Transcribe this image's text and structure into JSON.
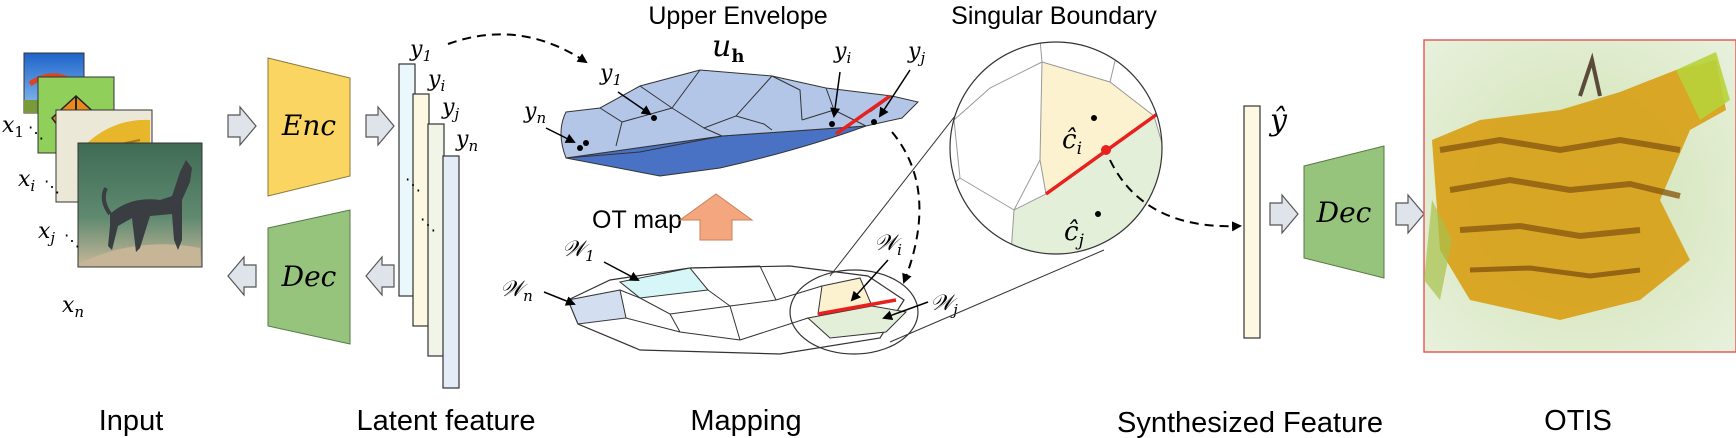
{
  "labels": {
    "input": "Input",
    "latent_feature": "Latent feature",
    "mapping": "Mapping",
    "synthesized_feature": "Synthesized Feature",
    "otis": "OTIS",
    "upper_envelope": "Upper Envelope",
    "singular_boundary": "Singular Boundary",
    "ot_map": "OT map"
  },
  "blocks": {
    "enc": "Enc",
    "dec_left": "Dec",
    "dec_right": "Dec"
  },
  "math": {
    "x1": "x",
    "x1_sub": "1",
    "xi": "x",
    "xi_sub": "i",
    "xj": "x",
    "xj_sub": "j",
    "xn": "x",
    "xn_sub": "n",
    "lat_y1": "y",
    "lat_y1_sub": "1",
    "lat_yi": "y",
    "lat_yi_sub": "i",
    "lat_yj": "y",
    "lat_yj_sub": "j",
    "lat_yn": "y",
    "lat_yn_sub": "n",
    "env_y1": "y",
    "env_y1_sub": "1",
    "env_yn": "y",
    "env_yn_sub": "n",
    "env_yi": "y",
    "env_yi_sub": "i",
    "env_yj": "y",
    "env_yj_sub": "j",
    "u": "u",
    "u_sub": "h",
    "w1": "𝒲",
    "w1_sub": "1",
    "wn": "𝒲",
    "wn_sub": "n",
    "wi": "𝒲",
    "wi_sub": "i",
    "wj": "𝒲",
    "wj_sub": "j",
    "ci": "ĉ",
    "ci_sub": "i",
    "cj": "ĉ",
    "cj_sub": "j",
    "yhat": "ŷ"
  },
  "colors": {
    "enc": "#fbd561",
    "dec": "#97c47d",
    "arrow_fill": "#dfe4ea",
    "ot_arrow": "#f4a77f",
    "envelope_light": "#b3c6e7",
    "envelope_dark": "#4a72c4",
    "singular": "#e8201e",
    "cell_cyan": "#d6f6f8",
    "cell_blue": "#d3def0",
    "cell_yellow": "#fcf2cf",
    "cell_green": "#e4efda",
    "bar_y1": "#eaf8fc",
    "bar_yi": "#fdf8e2",
    "bar_yj": "#f0f5e8",
    "bar_yn": "#e3ecf7",
    "bar_yhat": "#fdf8e2",
    "otis_border": "#e06060"
  },
  "icons": {
    "input_images": "stacked-photo-icon",
    "output_image": "generated-butterfly-image"
  }
}
